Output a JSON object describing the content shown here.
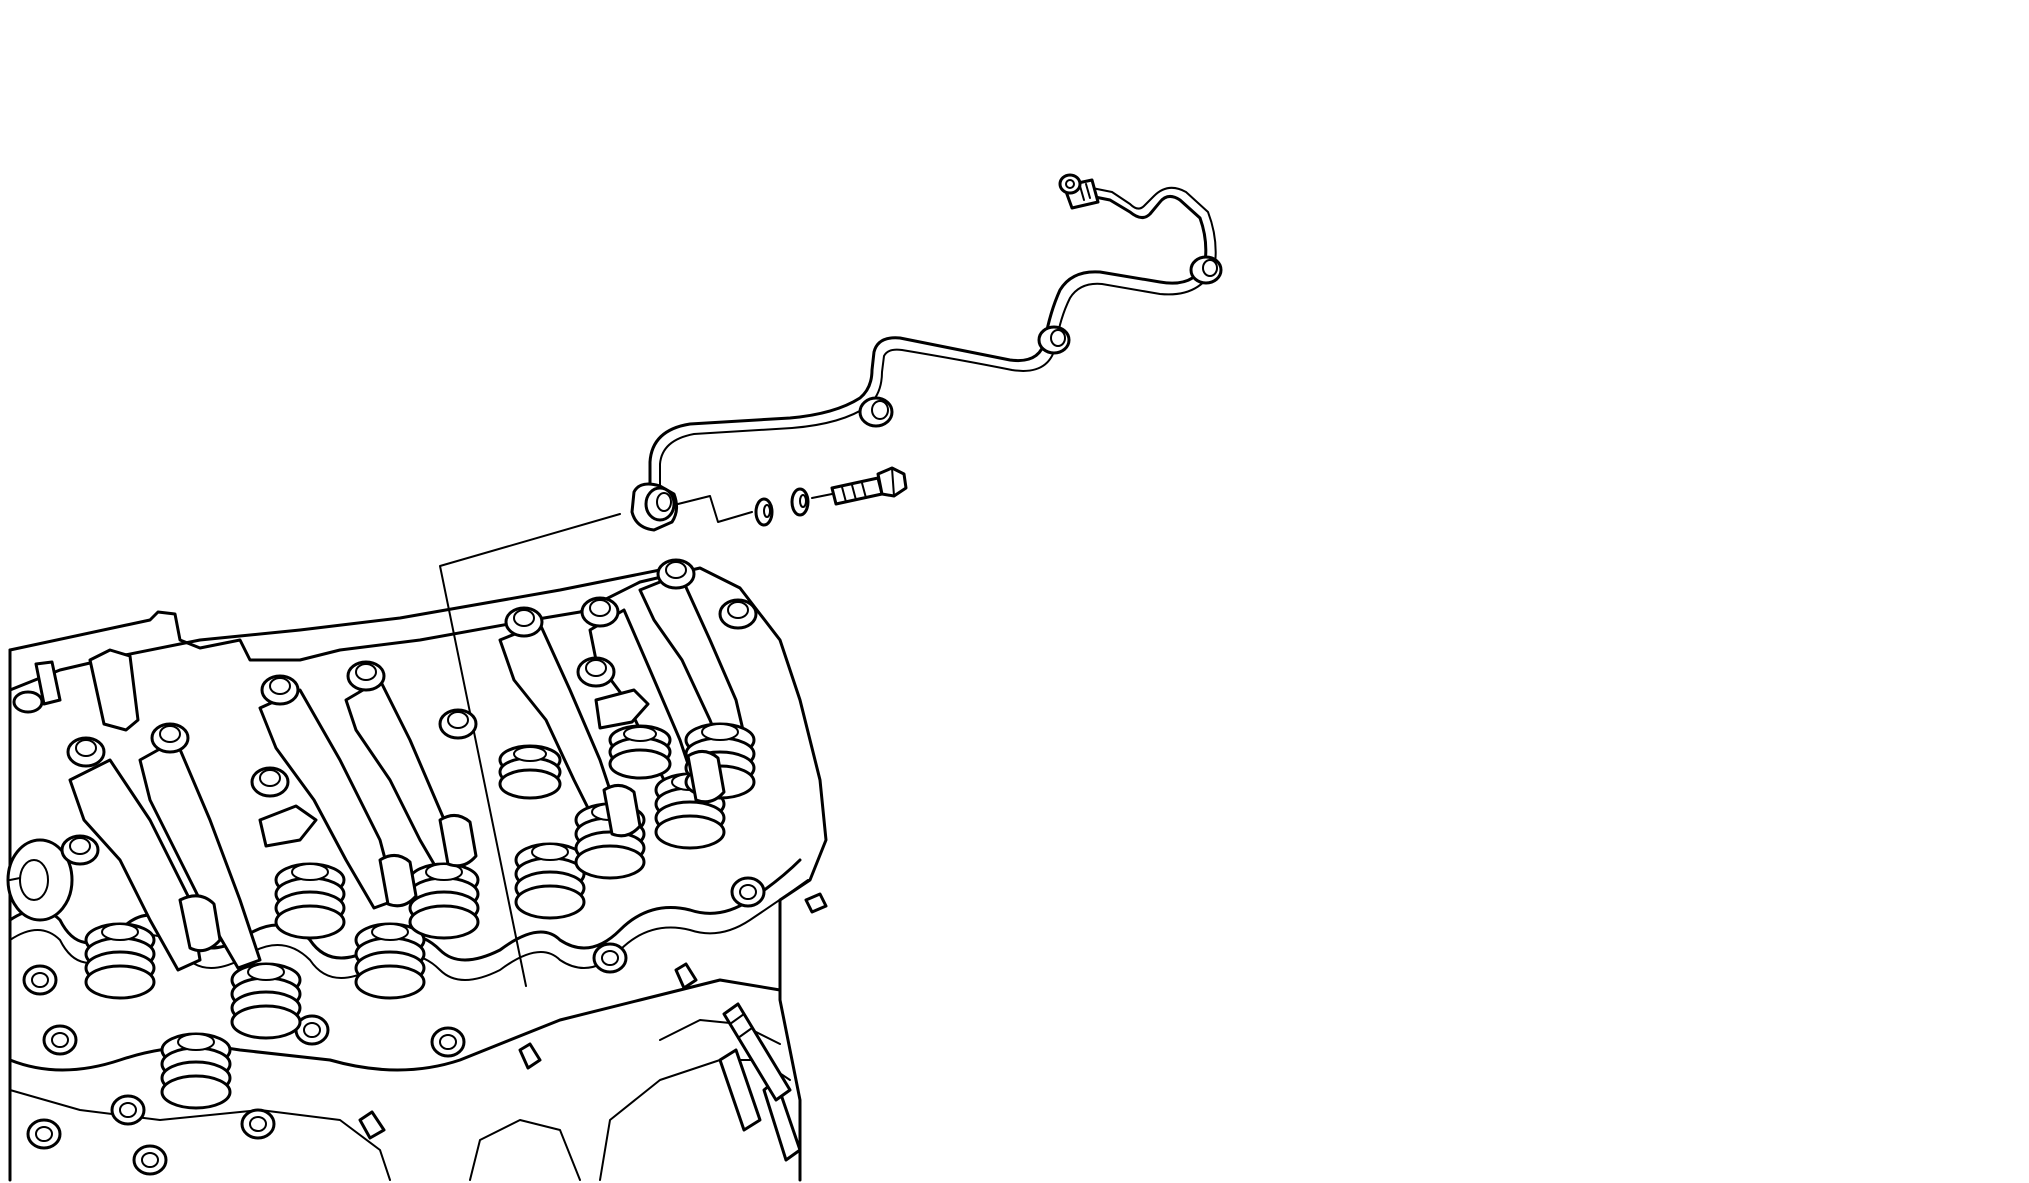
{
  "figure": {
    "style": "black-and-white service manual line art",
    "background_color": "#ffffff",
    "line_color": "#000000",
    "components": [
      "cylinder-head",
      "rocker-arms",
      "valve-springs",
      "fuel-line",
      "banjo-fitting",
      "sealing-washers",
      "banjo-bolt",
      "fuel-line-clips",
      "leader-line"
    ]
  }
}
